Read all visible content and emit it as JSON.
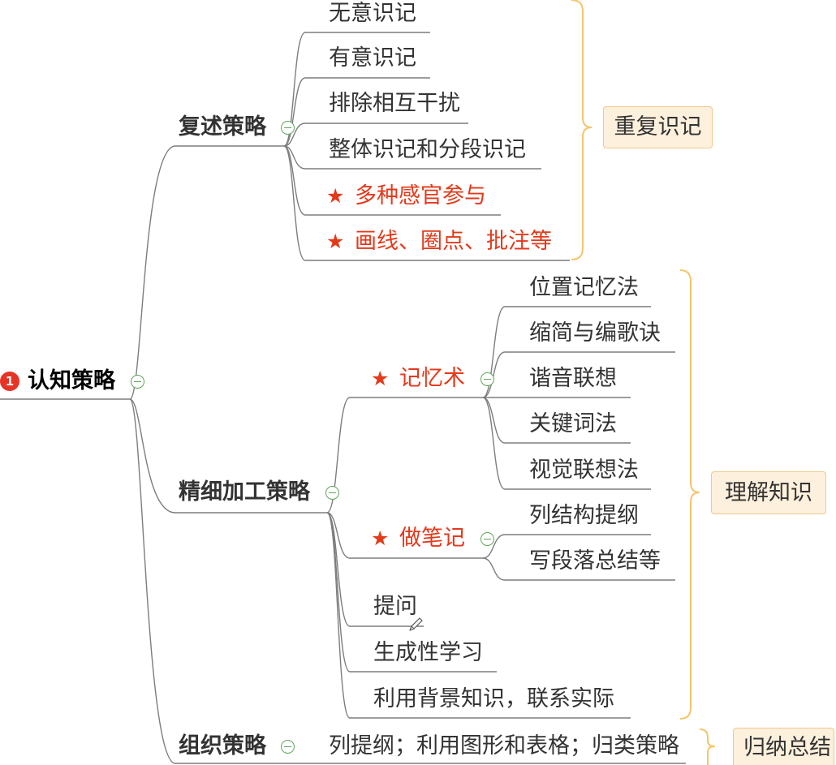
{
  "root": {
    "badge": "1",
    "label": "认知策略"
  },
  "branches": [
    {
      "label": "复述策略",
      "children": [
        {
          "label": "无意识记"
        },
        {
          "label": "有意识记"
        },
        {
          "label": "排除相互干扰"
        },
        {
          "label": "整体识记和分段识记"
        },
        {
          "label": "多种感官参与",
          "marker": "star-icon"
        },
        {
          "label": "画线、圈点、批注等",
          "marker": "star-icon"
        }
      ],
      "summary": "重复识记"
    },
    {
      "label": "精细加工策略",
      "children": [
        {
          "label": "记忆术",
          "marker": "star-icon",
          "children": [
            {
              "label": "位置记忆法"
            },
            {
              "label": "缩简与编歌诀"
            },
            {
              "label": "谐音联想"
            },
            {
              "label": "关键词法"
            },
            {
              "label": "视觉联想法"
            }
          ]
        },
        {
          "label": "做笔记",
          "marker": "star-icon",
          "children": [
            {
              "label": "列结构提纲"
            },
            {
              "label": "写段落总结等"
            }
          ]
        },
        {
          "label": "提问"
        },
        {
          "label": "生成性学习"
        },
        {
          "label": "利用背景知识，联系实际"
        }
      ],
      "summary": "理解知识"
    },
    {
      "label": "组织策略",
      "children": [
        {
          "label": "列提纲；利用图形和表格；归类策略"
        }
      ],
      "summary": "归纳总结"
    }
  ],
  "icons": {
    "priority": "priority-badge-icon",
    "collapse": "collapse-icon",
    "star": "star-icon",
    "cursor": "pen-cursor-icon"
  },
  "colors": {
    "text": "#333333",
    "accent_red": "#e4391b",
    "line": "#7d7d7d",
    "bracket": "#f5c46d",
    "summary_fill": "#fdf0dc",
    "summary_border": "#f1c88c",
    "collapse": "#5fa55a",
    "badge": "#e53425"
  }
}
